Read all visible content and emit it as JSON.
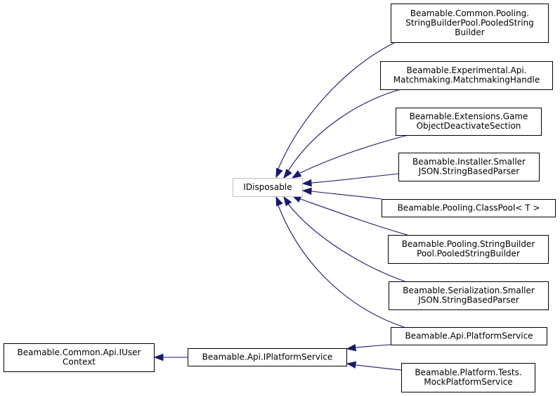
{
  "diagram": {
    "type": "class-inheritance-graph",
    "colors": {
      "edge": "#191970",
      "node_border": "#000000",
      "external_node_border": "#bfbfbf",
      "node_fill": "#ffffff"
    },
    "nodes": [
      {
        "id": "common_pooling_sbp",
        "lines": [
          "Beamable.Common.Pooling.",
          "StringBuilderPool.PooledString",
          "Builder"
        ]
      },
      {
        "id": "experimental_matchmaking",
        "lines": [
          "Beamable.Experimental.Api.",
          "Matchmaking.MatchmakingHandle"
        ]
      },
      {
        "id": "extensions_godeactivate",
        "lines": [
          "Beamable.Extensions.Game",
          "ObjectDeactivateSection"
        ]
      },
      {
        "id": "installer_json",
        "lines": [
          "Beamable.Installer.Smaller",
          "JSON.StringBasedParser"
        ]
      },
      {
        "id": "pooling_classpool",
        "lines": [
          "Beamable.Pooling.ClassPool< T >"
        ]
      },
      {
        "id": "pooling_sbp",
        "lines": [
          "Beamable.Pooling.StringBuilder",
          "Pool.PooledStringBuilder"
        ]
      },
      {
        "id": "serialization_json",
        "lines": [
          "Beamable.Serialization.Smaller",
          "JSON.StringBasedParser"
        ]
      },
      {
        "id": "api_platformservice",
        "lines": [
          "Beamable.Api.PlatformService"
        ]
      },
      {
        "id": "mock_platformservice",
        "lines": [
          "Beamable.Platform.Tests.",
          "MockPlatformService"
        ]
      },
      {
        "id": "idisposable",
        "lines": [
          "IDisposable"
        ],
        "external": true
      },
      {
        "id": "iplatformservice",
        "lines": [
          "Beamable.Api.IPlatformService"
        ]
      },
      {
        "id": "iusercontext",
        "lines": [
          "Beamable.Common.Api.IUser",
          "Context"
        ]
      }
    ],
    "edges": [
      {
        "from": "common_pooling_sbp",
        "to": "idisposable"
      },
      {
        "from": "experimental_matchmaking",
        "to": "idisposable"
      },
      {
        "from": "extensions_godeactivate",
        "to": "idisposable"
      },
      {
        "from": "installer_json",
        "to": "idisposable"
      },
      {
        "from": "pooling_classpool",
        "to": "idisposable"
      },
      {
        "from": "pooling_sbp",
        "to": "idisposable"
      },
      {
        "from": "serialization_json",
        "to": "idisposable"
      },
      {
        "from": "api_platformservice",
        "to": "idisposable"
      },
      {
        "from": "api_platformservice",
        "to": "iplatformservice"
      },
      {
        "from": "mock_platformservice",
        "to": "iplatformservice"
      },
      {
        "from": "iplatformservice",
        "to": "iusercontext"
      }
    ]
  }
}
